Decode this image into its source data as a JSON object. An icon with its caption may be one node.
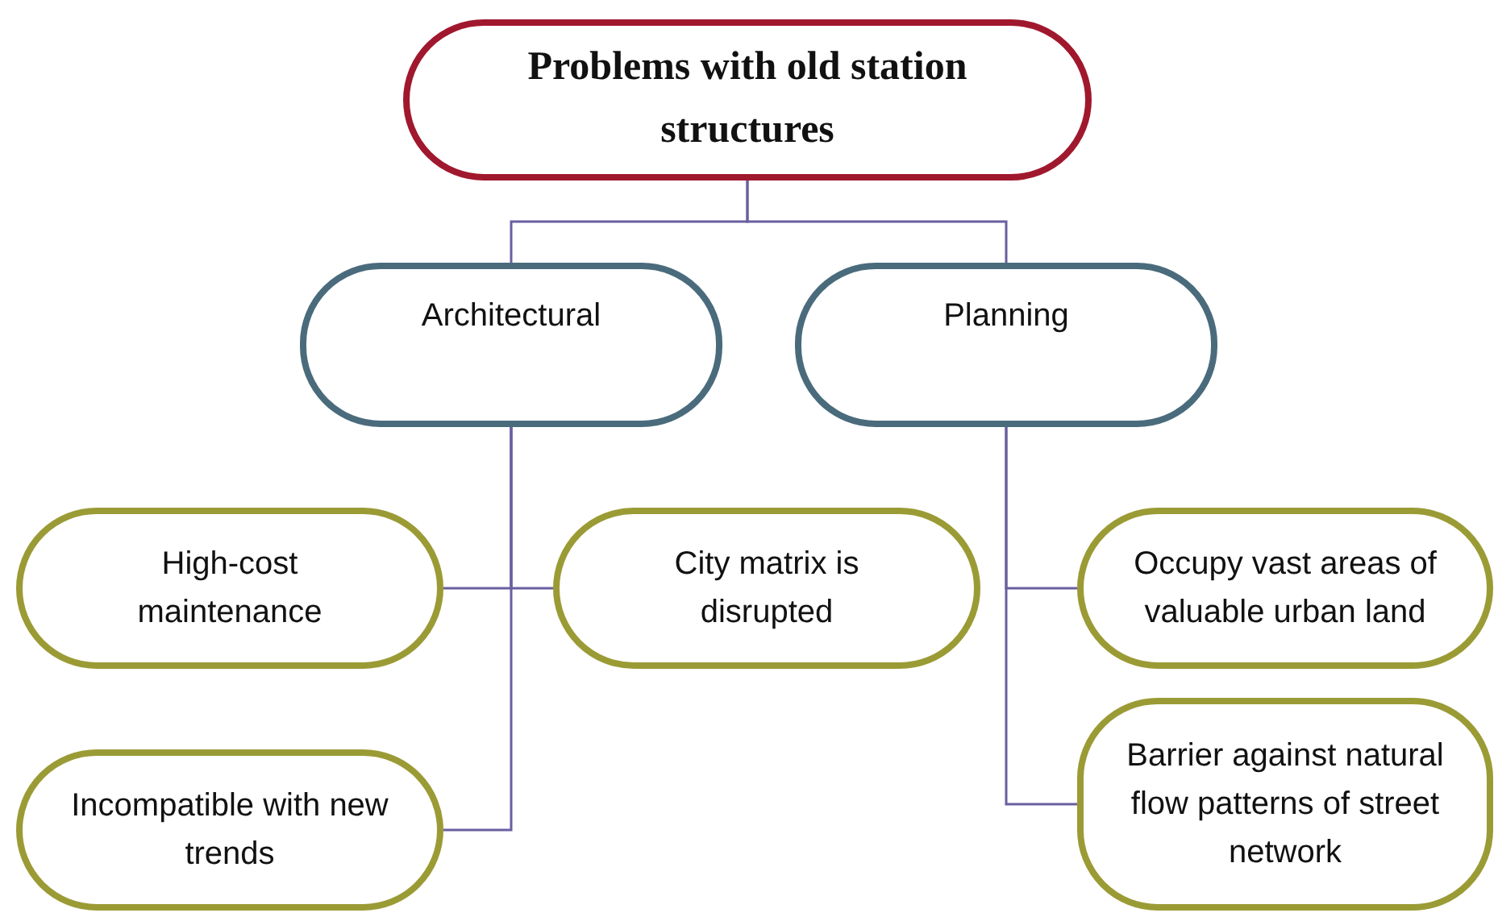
{
  "diagram": {
    "nodes": [
      {
        "text": [
          "Problems with old station structures"
        ]
      },
      {
        "text": [
          "Architectural"
        ]
      },
      {
        "text": [
          "Planning"
        ]
      },
      {
        "text": [
          "High-cost maintenance"
        ]
      },
      {
        "text": [
          "City matrix is disrupted"
        ]
      },
      {
        "text": [
          "Incompatible with new trends"
        ]
      },
      {
        "text": [
          "Occupy vast areas of valuable urban land"
        ]
      },
      {
        "text": [
          "Barrier against natural flow patterns of street network"
        ]
      }
    ],
    "edges": [
      {
        "from": 0,
        "to": 1,
        "arrow": "none"
      },
      {
        "from": 0,
        "to": 2,
        "arrow": "none"
      },
      {
        "from": 1,
        "to": 3,
        "arrow": "none"
      },
      {
        "from": 1,
        "to": 4,
        "arrow": "none"
      },
      {
        "from": 1,
        "to": 5,
        "arrow": "none"
      },
      {
        "from": 2,
        "to": 6,
        "arrow": "none"
      },
      {
        "from": 2,
        "to": 7,
        "arrow": "none"
      }
    ]
  }
}
